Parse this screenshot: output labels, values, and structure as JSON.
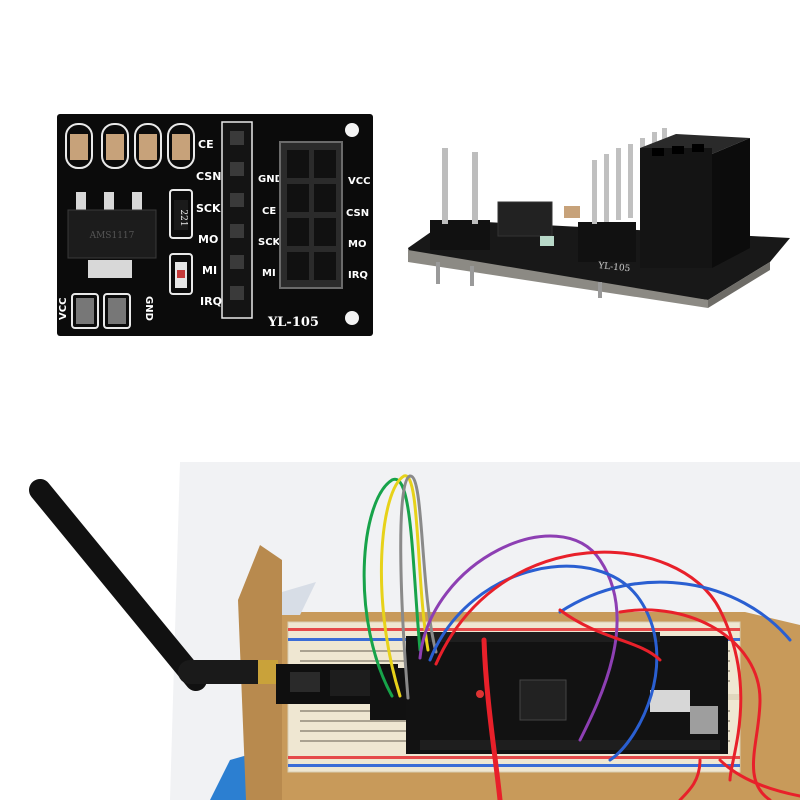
{
  "top_left_board": {
    "left_pin_labels": [
      "CE",
      "CSN",
      "SCK",
      "MO",
      "MI",
      "IRQ"
    ],
    "right_pin_labels_left": [
      "GND",
      "CE",
      "SCK",
      "MI"
    ],
    "right_pin_labels_right": [
      "VCC",
      "CSN",
      "MO",
      "IRQ"
    ],
    "vcc_label": "VCC",
    "gnd_label": "GND",
    "model_label": "YL-105",
    "chip_label": "AMS1117",
    "resistor_label": "221"
  },
  "top_right_board": {
    "silk_label": "YL-105"
  },
  "colors": {
    "pcb": "#0b0b0b",
    "wire_red": "#e8202a",
    "wire_blue": "#2a5fd1",
    "wire_green": "#17a34a",
    "wire_yellow": "#e7d21a",
    "wire_purple": "#8d3fb3",
    "wire_gray": "#8a8a8a",
    "breadboard": "#efe7d2",
    "cardboard": "#c89a5a"
  }
}
